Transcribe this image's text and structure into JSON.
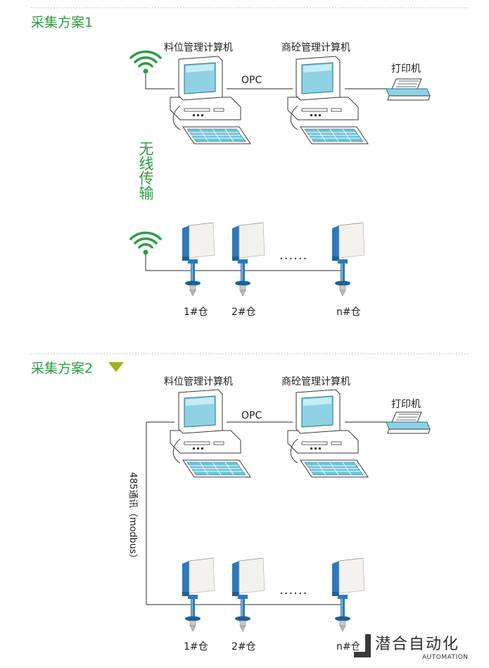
{
  "colors": {
    "accent_green": "#2f9c44",
    "triangle": "#9bb51a",
    "line": "#555555",
    "monitor": "#55b5cf",
    "sensor_blue": "#2f79b7"
  },
  "scheme1": {
    "title": "采集方案1",
    "pc1_label": "料位管理计算机",
    "pc2_label": "商砼管理计算机",
    "link_label": "OPC",
    "printer_label": "打印机",
    "wireless_label": "无线传输",
    "bins": [
      {
        "label": "1#仓"
      },
      {
        "label": "2#仓"
      },
      {
        "label": "n#仓"
      }
    ],
    "ellipsis": "······"
  },
  "scheme2": {
    "title": "采集方案2",
    "pc1_label": "料位管理计算机",
    "pc2_label": "商砼管理计算机",
    "link_label": "OPC",
    "printer_label": "打印机",
    "bus_label": "485通讯（modbus）",
    "bins": [
      {
        "label": "1#仓"
      },
      {
        "label": "2#仓"
      },
      {
        "label": "n#仓"
      }
    ],
    "ellipsis": "······"
  },
  "logo": {
    "text": "潜合自动化",
    "subtext": "AUTOMATION"
  }
}
